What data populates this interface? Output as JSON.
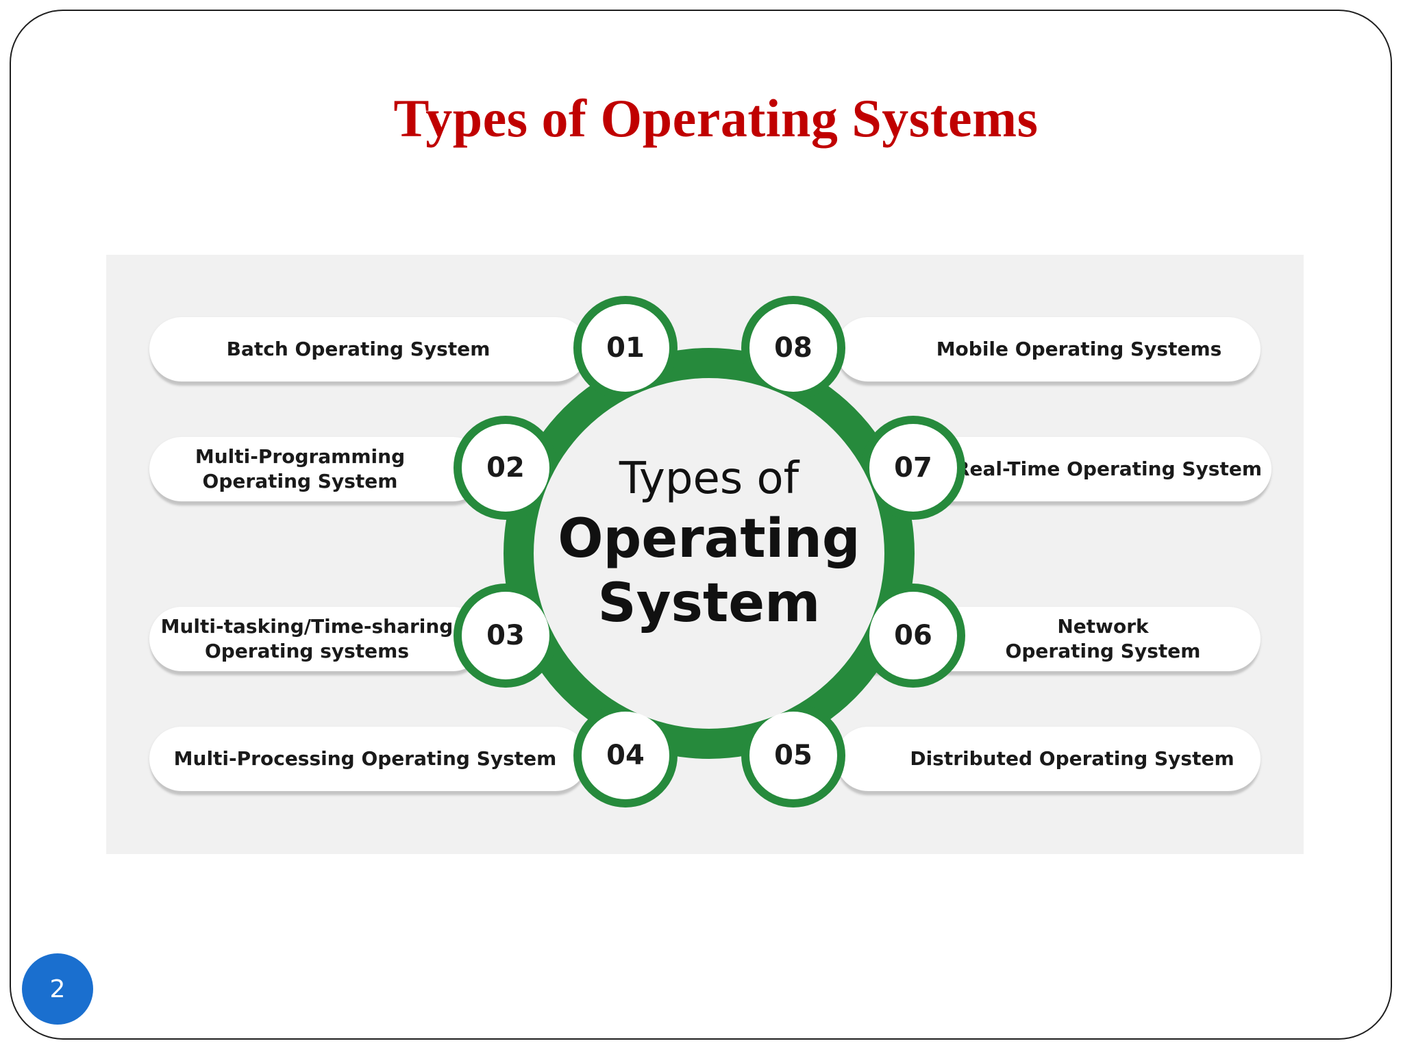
{
  "slide": {
    "title": "Types of Operating Systems",
    "page_number": "2"
  },
  "diagram": {
    "center": {
      "line1": "Types of",
      "line2": "Operating",
      "line3": "System"
    },
    "hub_color": "#268a3c",
    "types": [
      {
        "number": "01",
        "label": "Batch Operating System"
      },
      {
        "number": "02",
        "label": "Multi-Programming\nOperating System"
      },
      {
        "number": "03",
        "label": "Multi-tasking/Time-sharing\nOperating systems"
      },
      {
        "number": "04",
        "label": "Multi-Processing Operating System"
      },
      {
        "number": "05",
        "label": "Distributed Operating System"
      },
      {
        "number": "06",
        "label": "Network\nOperating System"
      },
      {
        "number": "07",
        "label": "Real-Time Operating System"
      },
      {
        "number": "08",
        "label": "Mobile Operating Systems"
      }
    ]
  }
}
